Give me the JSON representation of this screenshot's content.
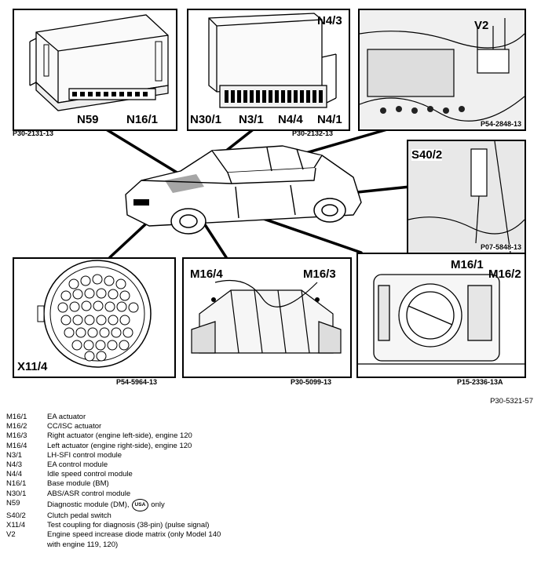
{
  "figure_ref": "P30-5321-57",
  "panels": {
    "ecu1": {
      "labels": [
        "N59",
        "N16/1"
      ],
      "code": "P30-2131-13"
    },
    "ecu2": {
      "labels": [
        "N4/3",
        "N30/1",
        "N3/1",
        "N4/4",
        "N4/1"
      ],
      "code": "P30-2132-13"
    },
    "diode": {
      "labels": [
        "V2"
      ],
      "code": "P54-2848-13"
    },
    "clutch": {
      "labels": [
        "S40/2"
      ],
      "code": "P07-5848-13"
    },
    "connector": {
      "labels": [
        "X11/4"
      ],
      "code": "P54-5964-13"
    },
    "engine": {
      "labels": [
        "M16/4",
        "M16/3"
      ],
      "code": "P30-5099-13"
    },
    "throttle": {
      "labels": [
        "M16/1",
        "M16/2"
      ],
      "code": "P15-2336-13A"
    }
  },
  "legend": [
    {
      "key": "M16/1",
      "desc": "EA actuator"
    },
    {
      "key": "M16/2",
      "desc": "CC/ISC actuator"
    },
    {
      "key": "M16/3",
      "desc": "Right actuator (engine left-side), engine 120"
    },
    {
      "key": "M16/4",
      "desc": "Left actuator (engine right-side), engine 120"
    },
    {
      "key": "N3/1",
      "desc": "LH-SFI control module"
    },
    {
      "key": "N4/3",
      "desc": "EA control module"
    },
    {
      "key": "N4/4",
      "desc": "Idle speed control module"
    },
    {
      "key": "N16/1",
      "desc": "Base module (BM)"
    },
    {
      "key": "N30/1",
      "desc": "ABS/ASR control module"
    },
    {
      "key": "N59",
      "desc": "Diagnostic module (DM),",
      "badge": "USA",
      "suffix": "only"
    },
    {
      "key": "S40/2",
      "desc": "Clutch pedal switch"
    },
    {
      "key": "X11/4",
      "desc": "Test coupling for diagnosis (38-pin) (pulse signal)"
    },
    {
      "key": "V2",
      "desc": "Engine speed increase diode matrix (only Model 140"
    },
    {
      "key": "",
      "desc": "with engine 119, 120)"
    }
  ]
}
